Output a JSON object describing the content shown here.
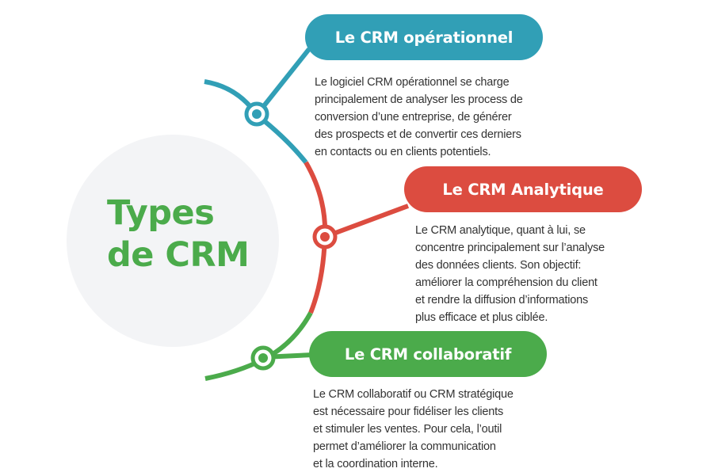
{
  "title": {
    "line1": "Types",
    "line2": "de CRM"
  },
  "colors": {
    "blue": "#319fb6",
    "red": "#dc4c40",
    "green": "#4bab4b",
    "circle_bg": "#f3f4f6",
    "text": "#333333"
  },
  "types": [
    {
      "label": "Le CRM opérationnel",
      "color": "#319fb6",
      "description": [
        "Le logiciel CRM opérationnel se charge",
        "principalement de analyser les process de",
        "conversion d’une entreprise, de générer",
        "des prospects et de convertir ces derniers",
        "en contacts ou en clients potentiels."
      ]
    },
    {
      "label": "Le CRM Analytique",
      "color": "#dc4c40",
      "description": [
        "Le CRM analytique, quant à lui, se",
        "concentre principalement sur l’analyse",
        "des données clients. Son objectif:",
        "améliorer la compréhension du client",
        "et rendre la diffusion d’informations",
        "plus efficace et plus ciblée."
      ]
    },
    {
      "label": "Le CRM collaboratif",
      "color": "#4bab4b",
      "description": [
        "Le CRM collaboratif ou CRM stratégique",
        "est  nécessaire pour fidéliser les clients",
        "et stimuler les ventes. Pour cela, l’outil",
        "permet d’améliorer la communication",
        "et la coordination interne."
      ]
    }
  ]
}
